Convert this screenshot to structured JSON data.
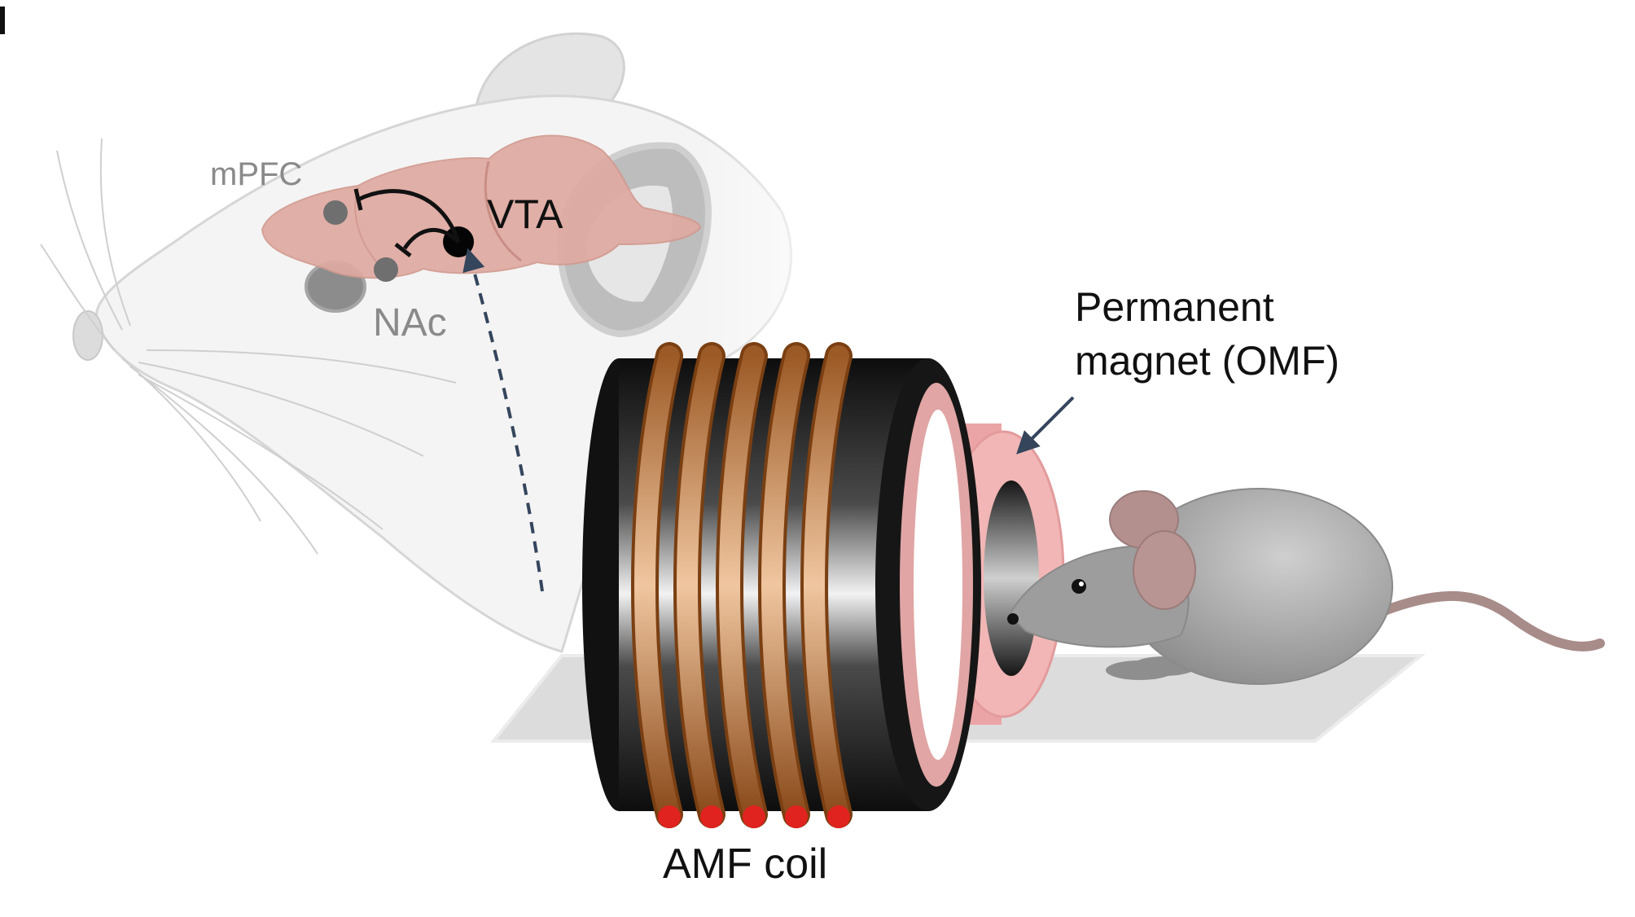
{
  "labels": {
    "mpfc": "mPFC",
    "vta": "VTA",
    "nac": "NAc",
    "magnet": [
      "Permanent",
      "magnet (OMF)"
    ],
    "coil": "AMF coil"
  },
  "colors": {
    "brain": "#d9a59c",
    "rat_outline": "#cfcfcf",
    "rat_fill": "#f3f3f3",
    "copper": "#c98a55",
    "coil_body": "#1b1b1b",
    "magnet": "#e8aaa8",
    "mouse": "#9a9a9a",
    "mouse_ear": "#b08a88",
    "platform": "#dcdcdc",
    "arrow": "#34455c",
    "wire_end": "#e0231f"
  },
  "icons": [
    "rat-head",
    "brain",
    "neuron-circuit",
    "coil",
    "ring-magnet",
    "mouse"
  ]
}
